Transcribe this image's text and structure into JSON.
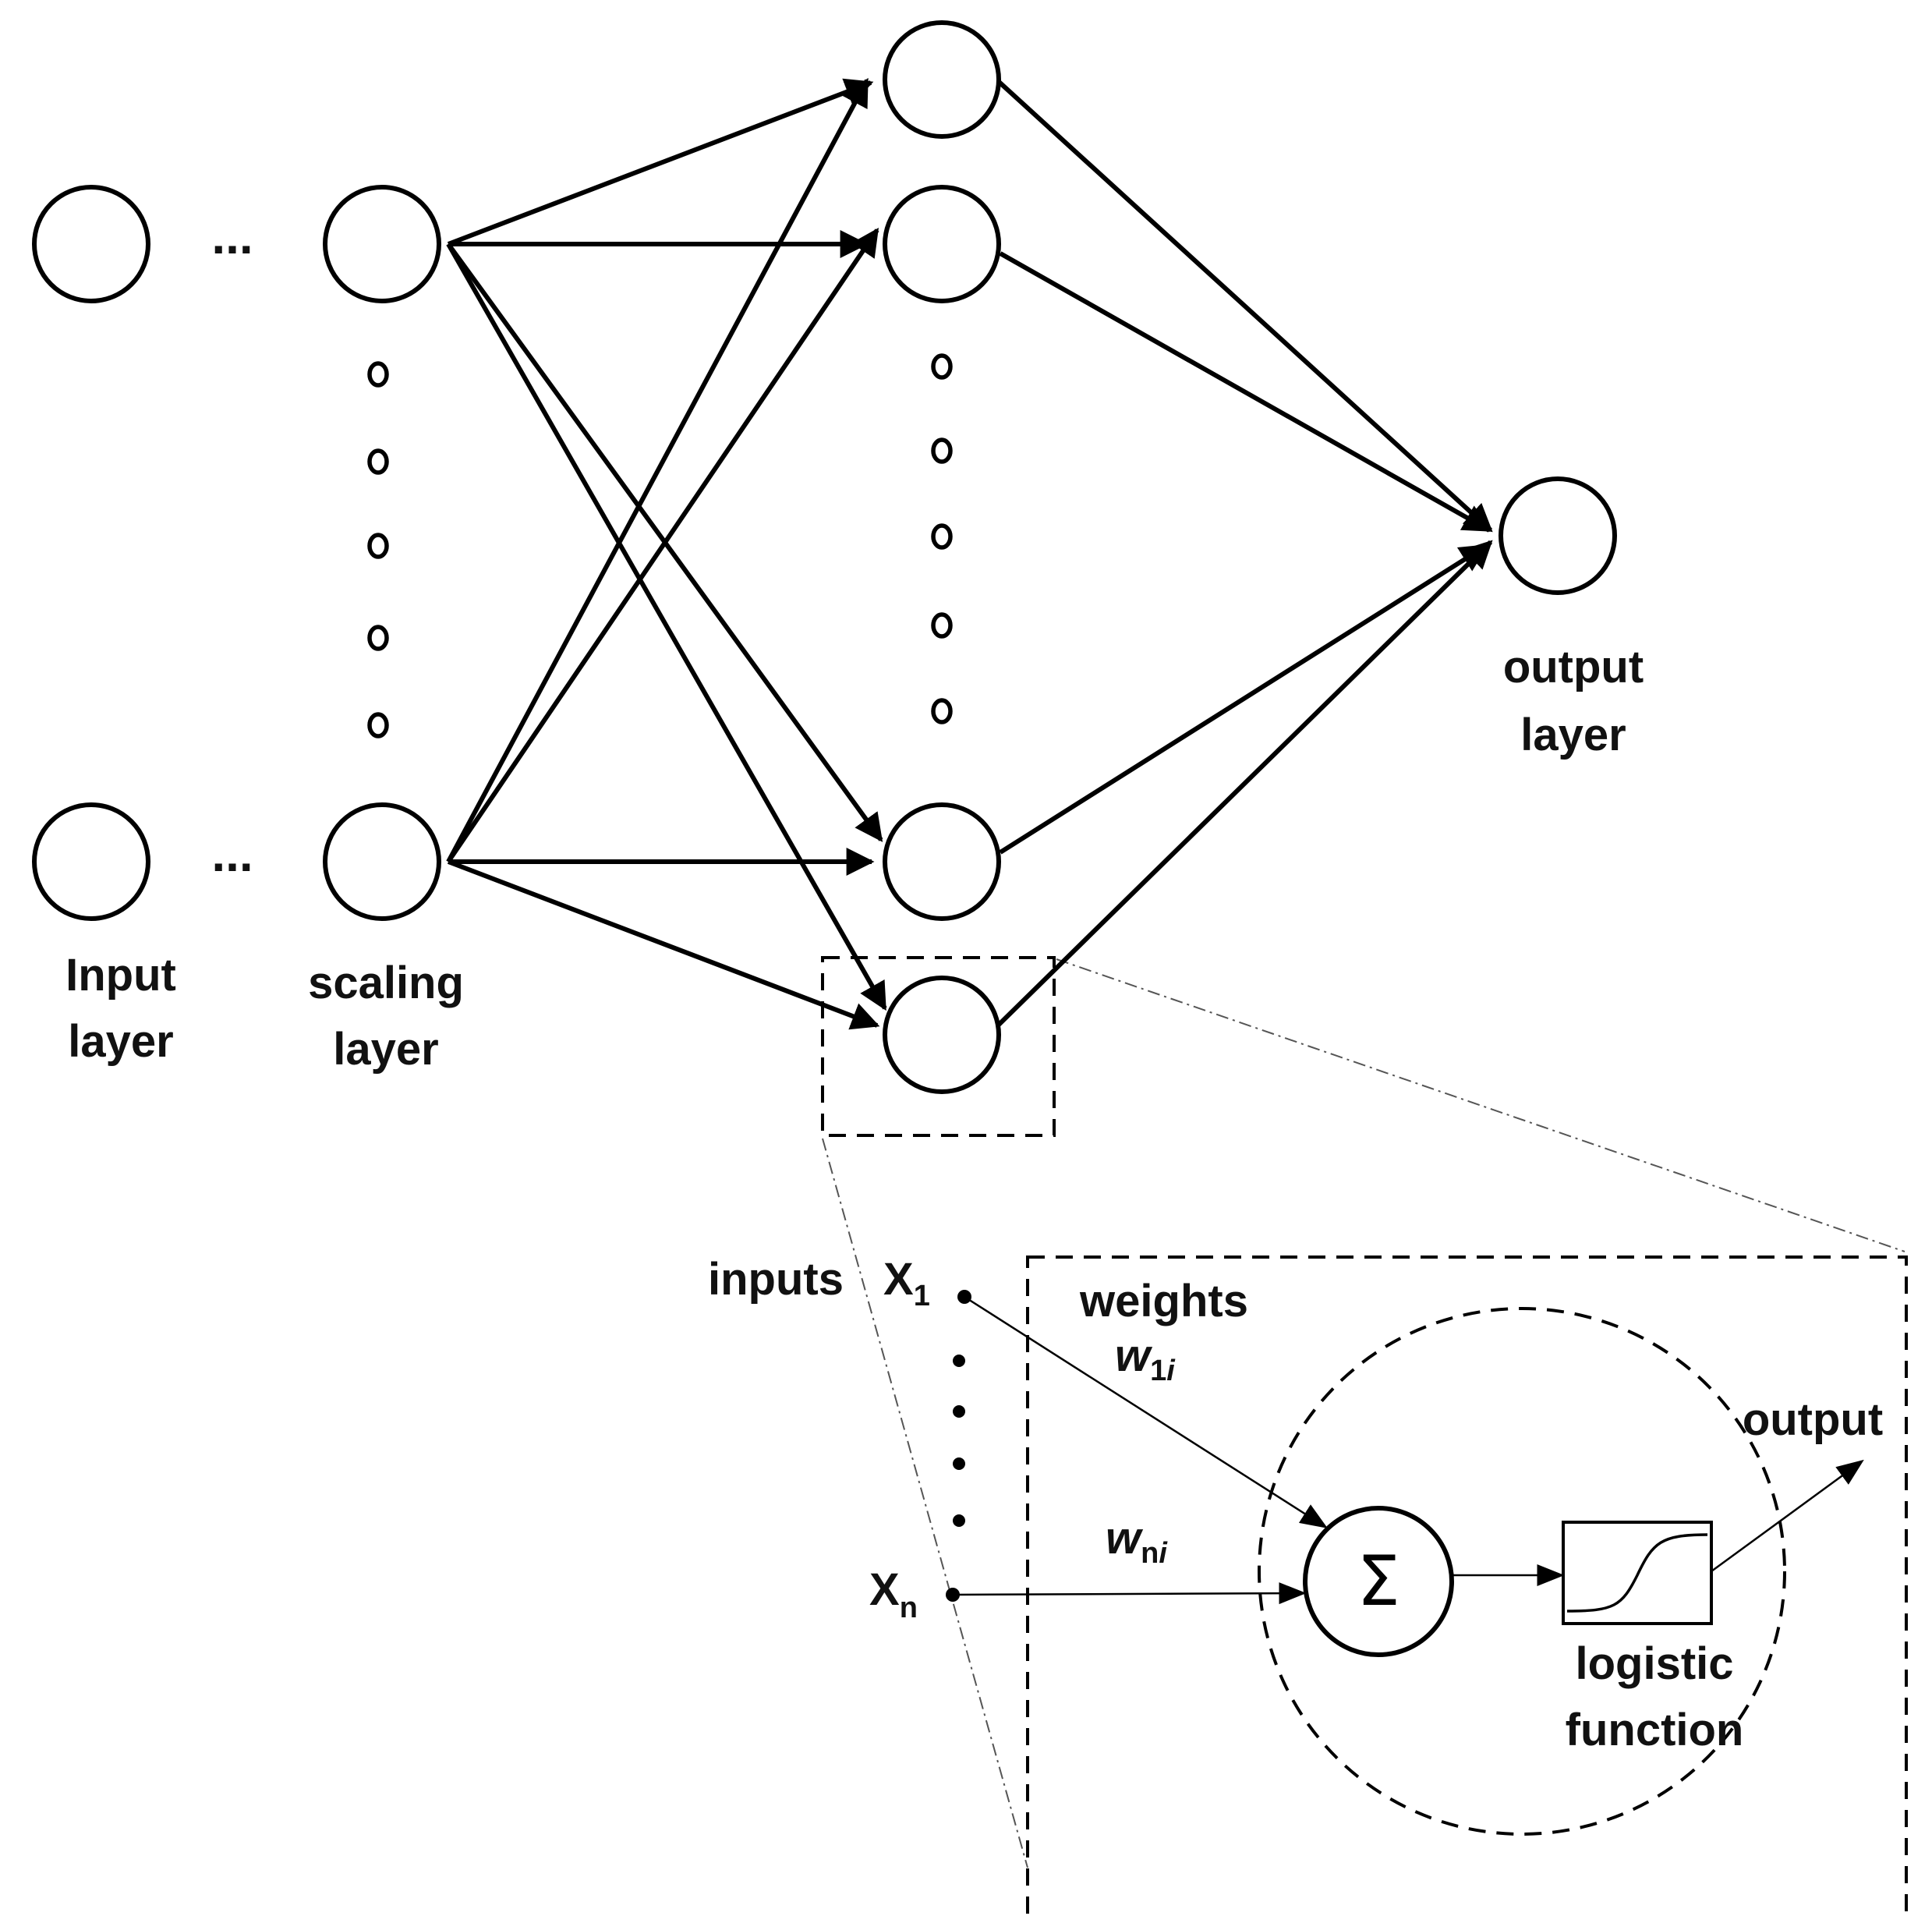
{
  "labels": {
    "input_layer": [
      "Input",
      "layer"
    ],
    "scaling_layer": [
      "scaling",
      "layer"
    ],
    "output_layer": [
      "output",
      "layer"
    ],
    "ellipsis": "...",
    "inputs": "inputs",
    "x1_main": "X",
    "x1_sub": "1",
    "xn_main": "X",
    "xn_sub": "n",
    "weights": "weights",
    "w1_main": "w",
    "w1_sub_num": "1",
    "w1_sub_i": "i",
    "wn_main": "w",
    "wn_sub_n": "n",
    "wn_sub_i": "i",
    "sigma": "Σ",
    "logistic_function": [
      "logistic",
      "function"
    ],
    "output": "output"
  },
  "colors": {
    "stroke": "#000000",
    "background": "#ffffff",
    "text": "#111111",
    "zoom_connector": "#555555"
  }
}
